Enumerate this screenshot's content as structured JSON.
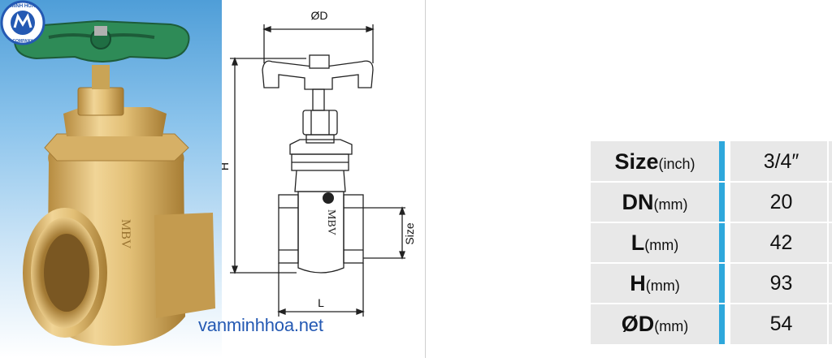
{
  "brand": {
    "website": "vanminhhoa.net",
    "logo_text": "MINH HOA COMPANY",
    "body_marking": "MBV"
  },
  "drawing": {
    "dim_diameter": "ØD",
    "dim_height": "H",
    "dim_length": "L",
    "dim_size": "Size",
    "body_marking": "MBV"
  },
  "specs": [
    {
      "label": "Size",
      "unit": "(inch)",
      "value": "3/4″"
    },
    {
      "label": "DN",
      "unit": "(mm)",
      "value": "20"
    },
    {
      "label": "L",
      "unit": "(mm)",
      "value": "42"
    },
    {
      "label": "H",
      "unit": "(mm)",
      "value": "93"
    },
    {
      "label": "ØD",
      "unit": "(mm)",
      "value": "54"
    }
  ],
  "colors": {
    "handwheel": "#2e8b57",
    "brass": "#d8b46a",
    "accent_bar": "#2ea8dc",
    "table_bg": "#e8e8e8",
    "link": "#2459b3"
  }
}
